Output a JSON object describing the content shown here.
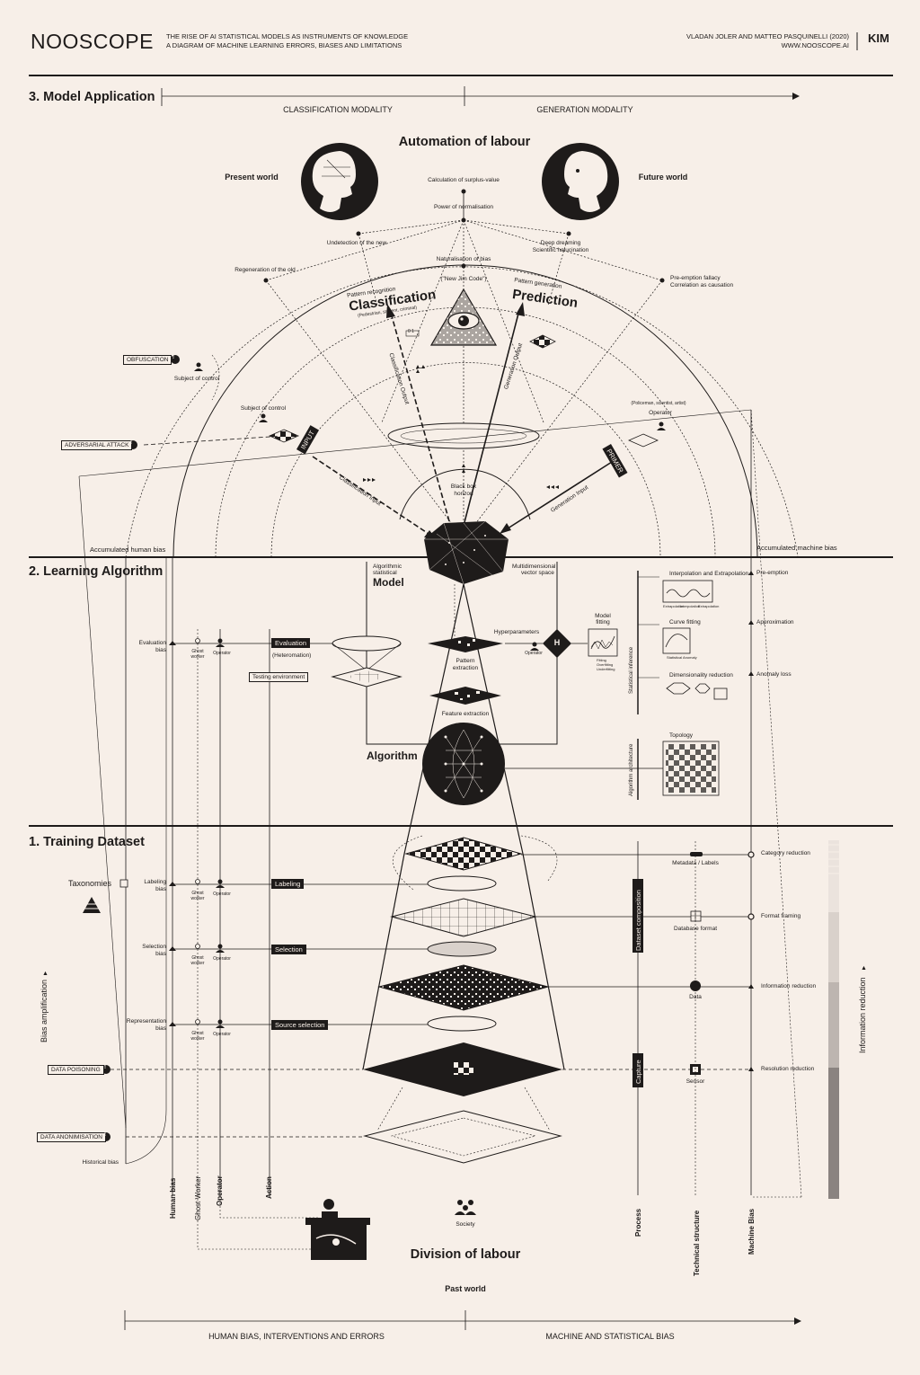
{
  "header": {
    "logo": "NOOSCOPE",
    "subtitle_line1": "THE RISE OF AI STATISTICAL MODELS AS INSTRUMENTS OF KNOWLEDGE",
    "subtitle_line2": "A DIAGRAM OF MACHINE LEARNING ERRORS, BIASES AND LIMITATIONS",
    "authors": "VLADAN JOLER AND MATTEO PASQUINELLI (2020)",
    "url": "WWW.NOOSCOPE.AI",
    "badge": "KIM"
  },
  "section3": {
    "title": "3. Model Application",
    "classification_modality": "CLASSIFICATION MODALITY",
    "generation_modality": "GENERATION MODALITY",
    "automation": "Automation of labour",
    "present_world": "Present world",
    "future_world": "Future world",
    "surplus": "Calculation of surplus-value",
    "normalisation": "Power of normalisation",
    "undetection": "Undetection of the new",
    "naturalisation": "Naturalisation of bias",
    "new_jim": "(\"New Jim Code\")",
    "deep_dreaming": "Deep dreaming",
    "halucination": "Scientific halucination",
    "regeneration": "Regeneration of the old",
    "preemption_fallacy": "Pre-emption fallacy",
    "correlation": "Correlation as causation",
    "pattern_recognition": "Pattern recognition",
    "classification": "Classification",
    "class_examples": "(Pedestrian, student, criminal)",
    "pattern_generation": "Pattern generation",
    "prediction": "Prediction",
    "binary": "0 1",
    "obfuscation": "OBFUSCATION",
    "subject_of_control": "Subject of control",
    "adversarial": "ADVERSARIAL ATTACK",
    "classification_output": "Classification Output",
    "generation_output": "Generation Output",
    "operator_examples": "(Policeman, scientist, artist)",
    "operator": "Operator",
    "input": "INPUT",
    "primer": "PRIMER",
    "classification_input": "Classification Input",
    "generation_input": "Generation Input",
    "black_box": "Black box",
    "horizon": "horizon",
    "accumulated_human": "Accumulated human bias",
    "accumulated_machine": "Accumulated machine bias",
    "alert": "!"
  },
  "section2": {
    "title": "2. Learning Algorithm",
    "algorithmic": "Algorithmic",
    "statistical": "statistical",
    "model": "Model",
    "multidim": "Multidimensional",
    "vector_space": "vector space",
    "evaluation_bias": "Evaluation",
    "bias_word": "bias",
    "ghost": "Ghost",
    "worker": "worker",
    "operator": "Operator",
    "evaluation": "Evaluation",
    "heteromation": "(Heteromation)",
    "testing_env": "Testing environment",
    "hyperparameters": "Hyperparameters",
    "h": "H",
    "model_fitting_1": "Model",
    "model_fitting_2": "fitting",
    "fitting_legend": [
      "Fitting",
      "Overfitting",
      "Underfitting"
    ],
    "pattern_extraction_1": "Pattern",
    "pattern_extraction_2": "extraction",
    "feature_extraction": "Feature extraction",
    "algorithm": "Algorithm",
    "statistical_inference": "Statistical inference",
    "interpolation": "Interpolation and Extrapolation",
    "interp_labels": [
      "Extrapolation",
      "Interpolation",
      "Extrapolation"
    ],
    "curve_fitting": "Curve fitting",
    "statistical_anomaly": "Statistical Anomaly",
    "dimensionality": "Dimensionality reduction",
    "topology": "Topology",
    "algorithm_architecture": "Algorithm architecture",
    "preemption": "Pre-emption",
    "approximation": "Approximation",
    "anomaly_loss": "Anomaly loss"
  },
  "section1": {
    "title": "1. Training Dataset",
    "taxonomies": "Taxonomies",
    "labeling_bias_1": "Labeling",
    "selection_bias_1": "Selection",
    "representation_bias_1": "Representation",
    "bias_word": "bias",
    "ghost": "Ghost",
    "worker": "worker",
    "operator": "Operator",
    "labeling": "Labeling",
    "selection": "Selection",
    "source_selection": "Source selection",
    "bias_amplification": "Bias amplification",
    "data_poisoning": "DATA POISONING",
    "data_anonimisation": "DATA ANONIMISATION",
    "historical_bias": "Historical bias",
    "metadata": "Metadata / Labels",
    "database_format": "Database format",
    "data": "Data",
    "sensor": "Sensor",
    "dataset_composition": "Dataset composition",
    "capture": "Capture",
    "category_reduction": "Category reduction",
    "format_framing": "Format framing",
    "information_reduction": "Information reduction",
    "resolution_reduction": "Resolution reduction",
    "information_reduction_axis": "Information reduction"
  },
  "bottom": {
    "human_bias": "Human bias",
    "ghost_worker": "Ghost Worker",
    "operator": "Operator",
    "action": "Action",
    "society": "Society",
    "division": "Division of labour",
    "past_world": "Past world",
    "process": "Process",
    "technical_structure": "Technical structure",
    "machine_bias": "Machine Bias",
    "human_interventions": "HUMAN BIAS, INTERVENTIONS AND ERRORS",
    "machine_statistical": "MACHINE AND STATISTICAL BIAS"
  },
  "colors": {
    "ink": "#1e1b1a",
    "paper": "#f7efe8",
    "grey": "#8a8380"
  }
}
